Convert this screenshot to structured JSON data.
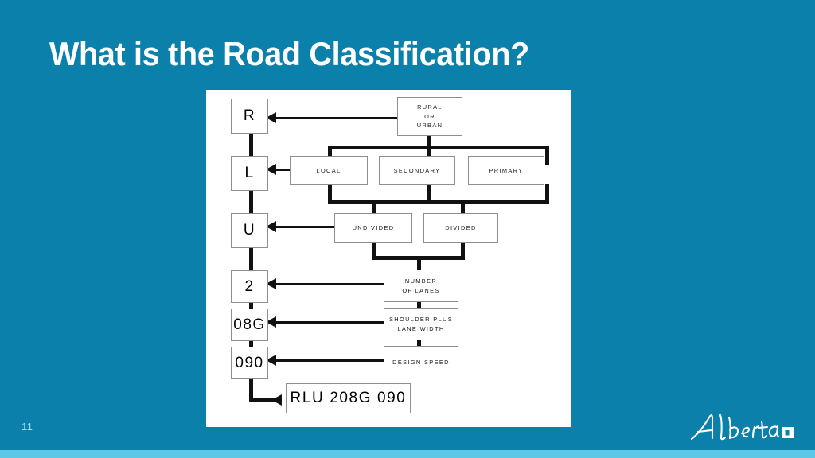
{
  "slide": {
    "title": "What is the Road Classification?",
    "page_number": "11",
    "background_color": "#0b80ab",
    "accent_bar_color": "#5bc8e8",
    "title_color": "#ffffff"
  },
  "logo": {
    "wordmark": "Alberta",
    "name": "alberta-wordmark"
  },
  "diagram": {
    "panel_background": "#ffffff",
    "code_column": [
      {
        "id": "r",
        "text": "R"
      },
      {
        "id": "l",
        "text": "L"
      },
      {
        "id": "u",
        "text": "U"
      },
      {
        "id": "two",
        "text": "2"
      },
      {
        "id": "g08",
        "text": "08G"
      },
      {
        "id": "s090",
        "text": "090"
      }
    ],
    "descriptors": [
      {
        "id": "rural-urban",
        "lines": [
          "RURAL",
          "OR",
          "URBAN"
        ]
      },
      {
        "id": "local",
        "lines": [
          "LOCAL"
        ]
      },
      {
        "id": "secondary",
        "lines": [
          "SECONDARY"
        ]
      },
      {
        "id": "primary",
        "lines": [
          "PRIMARY"
        ]
      },
      {
        "id": "undivided",
        "lines": [
          "UNDIVIDED"
        ]
      },
      {
        "id": "divided",
        "lines": [
          "DIVIDED"
        ]
      },
      {
        "id": "number-of-lanes",
        "lines": [
          "NUMBER",
          "OF LANES"
        ]
      },
      {
        "id": "shoulder-lane-width",
        "lines": [
          "SHOULDER PLUS",
          "LANE WIDTH"
        ]
      },
      {
        "id": "design-speed",
        "lines": [
          "DESIGN SPEED"
        ]
      }
    ],
    "result": {
      "id": "result",
      "text": "RLU 208G 090"
    }
  }
}
